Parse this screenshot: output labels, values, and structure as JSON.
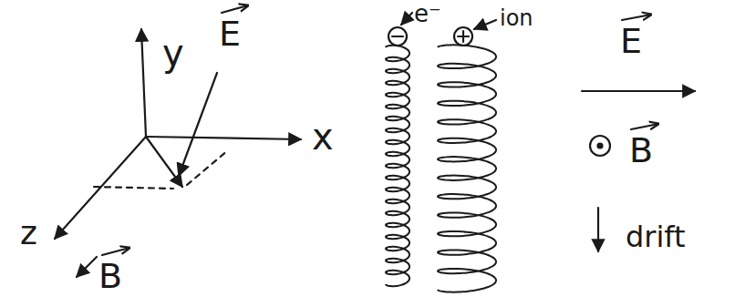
{
  "diagram": {
    "labels": [
      "y",
      "x",
      "z",
      "E",
      "B",
      "e⁻",
      "ion",
      "E",
      "B",
      "drift"
    ]
  }
}
